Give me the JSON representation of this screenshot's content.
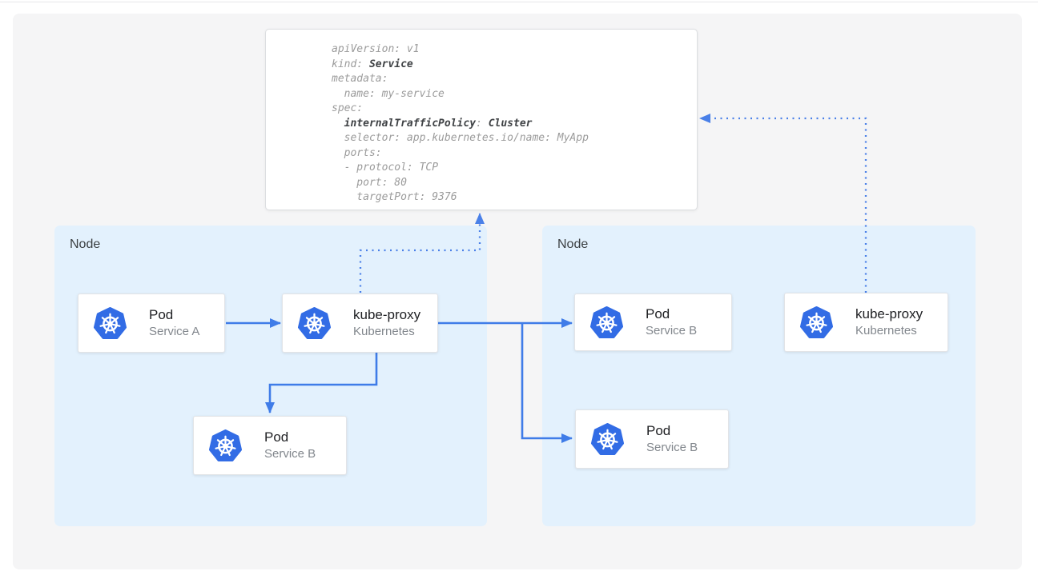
{
  "colors": {
    "canvas_bg": "#f5f5f6",
    "node_fill": "#e3f1fd",
    "arrow_blue": "#3f7ce8",
    "dotted_blue": "#4a80e8",
    "kubernetes_blue": "#326ce5",
    "yaml_text": "#9b9b9b",
    "yaml_bold_text": "#3f4245",
    "title_text": "#202124",
    "subtitle_text": "#82878d",
    "node_label_text": "#3c4043"
  },
  "yaml": {
    "lines": [
      [
        {
          "t": "apiVersion: v1",
          "b": false
        }
      ],
      [
        {
          "t": "kind: ",
          "b": false
        },
        {
          "t": "Service",
          "b": true
        }
      ],
      [
        {
          "t": "metadata:",
          "b": false
        }
      ],
      [
        {
          "t": "  name: my-service",
          "b": false
        }
      ],
      [
        {
          "t": "spec:",
          "b": false
        }
      ],
      [
        {
          "t": "  ",
          "b": false
        },
        {
          "t": "internalTrafficPolicy",
          "b": true
        },
        {
          "t": ": ",
          "b": false
        },
        {
          "t": "Cluster",
          "b": true
        }
      ],
      [
        {
          "t": "  selector: app.kubernetes.io/name: MyApp",
          "b": false
        }
      ],
      [
        {
          "t": "  ports:",
          "b": false
        }
      ],
      [
        {
          "t": "  - protocol: TCP",
          "b": false
        }
      ],
      [
        {
          "t": "    port: 80",
          "b": false
        }
      ],
      [
        {
          "t": "    targetPort: 9376",
          "b": false
        }
      ]
    ]
  },
  "nodes": {
    "left": {
      "label": "Node"
    },
    "right": {
      "label": "Node"
    }
  },
  "cards": {
    "pod_a": {
      "title": "Pod",
      "subtitle": "Service A",
      "icon": "kubernetes-logo"
    },
    "kube_proxy_left": {
      "title": "kube-proxy",
      "subtitle": "Kubernetes",
      "icon": "kubernetes-logo"
    },
    "pod_b_left": {
      "title": "Pod",
      "subtitle": "Service B",
      "icon": "kubernetes-logo"
    },
    "pod_b_right_top": {
      "title": "Pod",
      "subtitle": "Service B",
      "icon": "kubernetes-logo"
    },
    "pod_b_right_bottom": {
      "title": "Pod",
      "subtitle": "Service B",
      "icon": "kubernetes-logo"
    },
    "kube_proxy_right": {
      "title": "kube-proxy",
      "subtitle": "Kubernetes",
      "icon": "kubernetes-logo"
    }
  }
}
